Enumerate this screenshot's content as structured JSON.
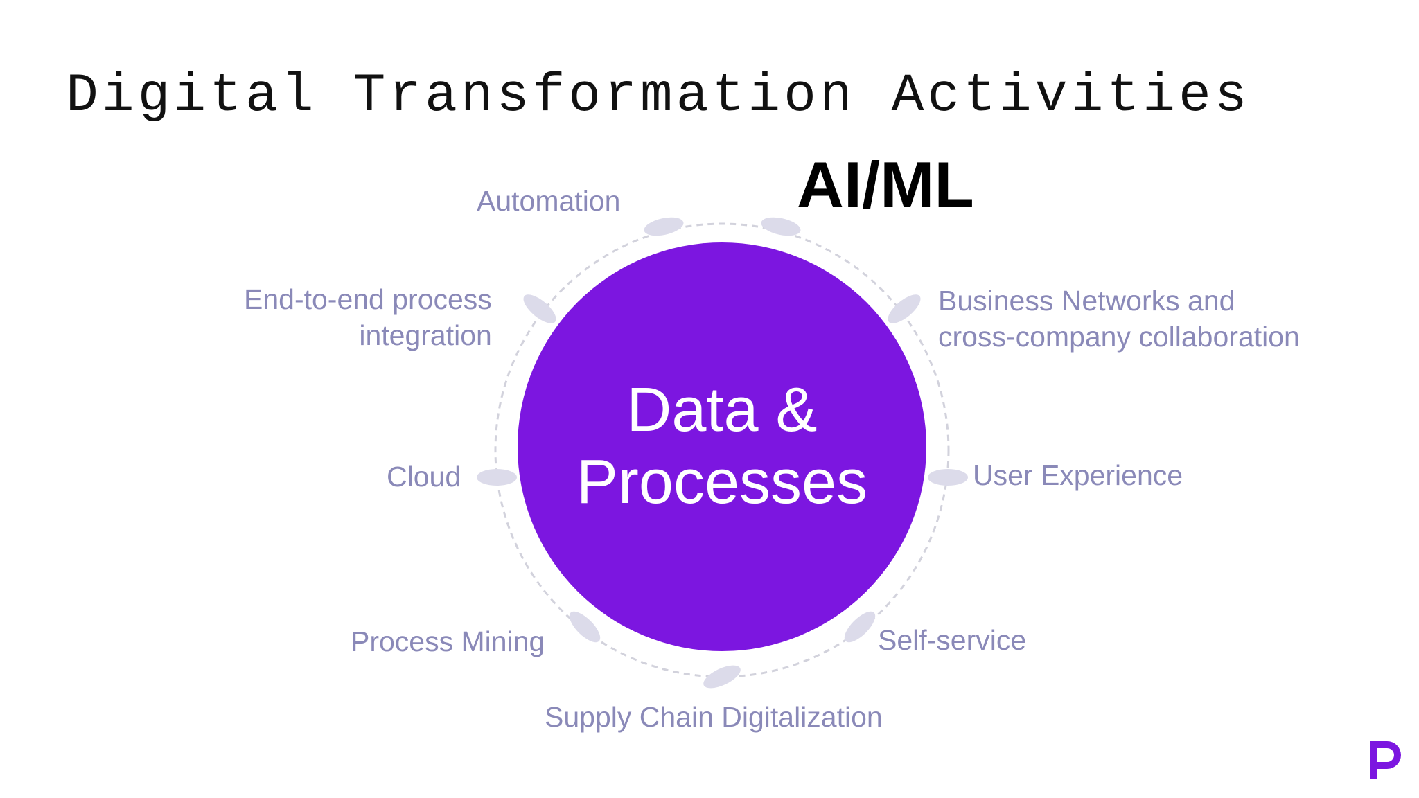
{
  "slide": {
    "title": "Digital Transformation Activities",
    "highlight": "AI/ML",
    "center": {
      "line1": "Data &",
      "line2": "Processes"
    },
    "activities": {
      "automation": "Automation",
      "integration": [
        "End-to-end process",
        "integration"
      ],
      "business_networks": [
        "Business Networks and",
        "cross-company collaboration"
      ],
      "cloud": "Cloud",
      "user_experience": "User Experience",
      "process_mining": "Process Mining",
      "self_service": "Self-service",
      "supply_chain": "Supply Chain Digitalization"
    }
  },
  "colors": {
    "circle": "#7c16e0",
    "label": "#8a89b8",
    "node": "#dcdbea",
    "ring": "#d2d2dc",
    "logo": "#7c16e0"
  },
  "icons": [
    "brand-logo-icon"
  ]
}
